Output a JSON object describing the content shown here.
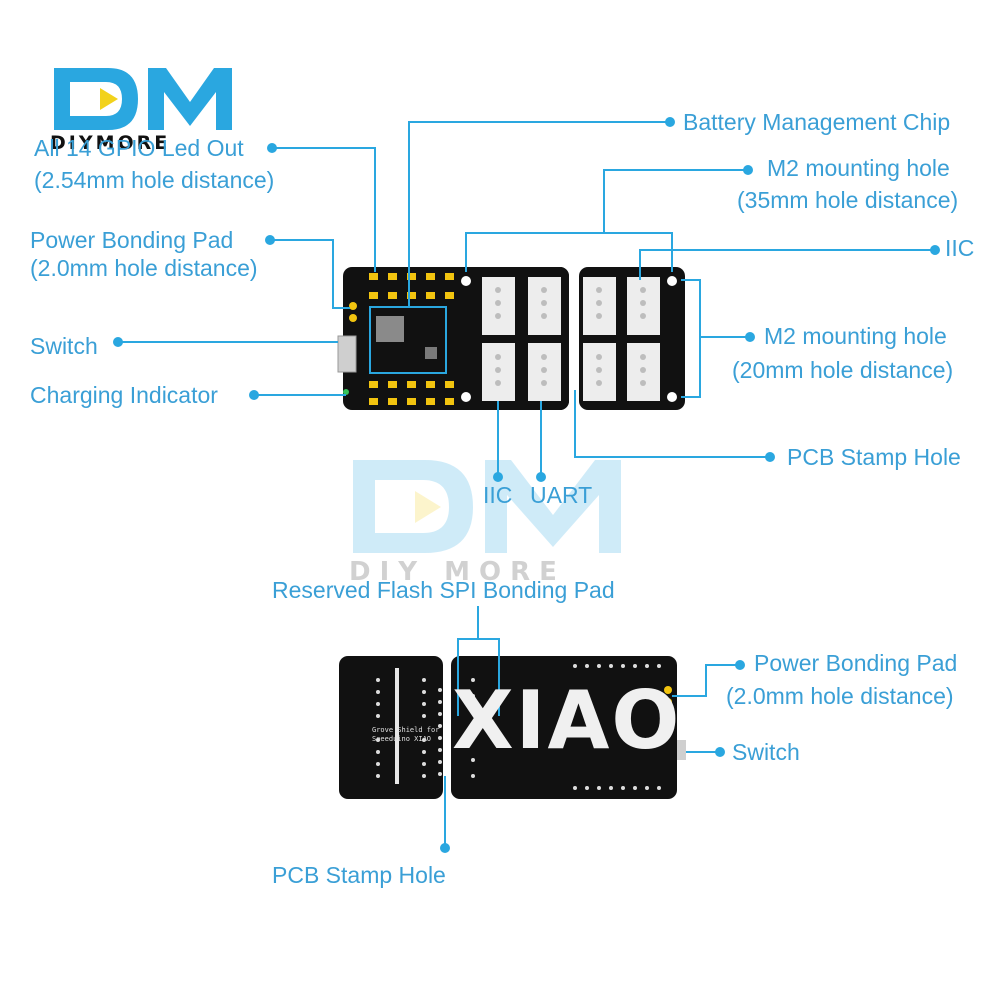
{
  "brand": {
    "logo_mark": "DM",
    "logo_text": "DIYMORE",
    "colors": {
      "brand_blue": "#2aa7e0",
      "brand_yellow": "#f2d21b",
      "label_blue": "#3a9fd6"
    }
  },
  "top_view": {
    "labels": {
      "gpio_line1": "All 14 GPIO Led Out",
      "gpio_line2": "(2.54mm hole distance)",
      "battery_chip": "Battery Management Chip",
      "m2_35_line1": "M2 mounting hole",
      "m2_35_line2": "(35mm hole distance)",
      "power_pad_line1": "Power Bonding Pad",
      "power_pad_line2": "(2.0mm hole distance)",
      "iic_right": "IIC",
      "switch": "Switch",
      "m2_20_line1": "M2 mounting hole",
      "m2_20_line2": "(20mm hole distance)",
      "charging": "Charging Indicator",
      "stamp_hole": "PCB Stamp Hole",
      "iic_bottom": "IIC",
      "uart": "UART"
    }
  },
  "bottom_view": {
    "labels": {
      "flash_spi": "Reserved Flash SPI Bonding Pad",
      "power_pad_line1": "Power Bonding Pad",
      "power_pad_line2": "(2.0mm hole distance)",
      "switch": "Switch",
      "stamp_hole": "PCB Stamp Hole"
    },
    "silkscreen": "XIAO",
    "board_text_line1": "Grove Shield for",
    "board_text_line2": "Seeeduino XIAO"
  },
  "watermark": {
    "mark": "DM",
    "text": "DIY MORE"
  }
}
